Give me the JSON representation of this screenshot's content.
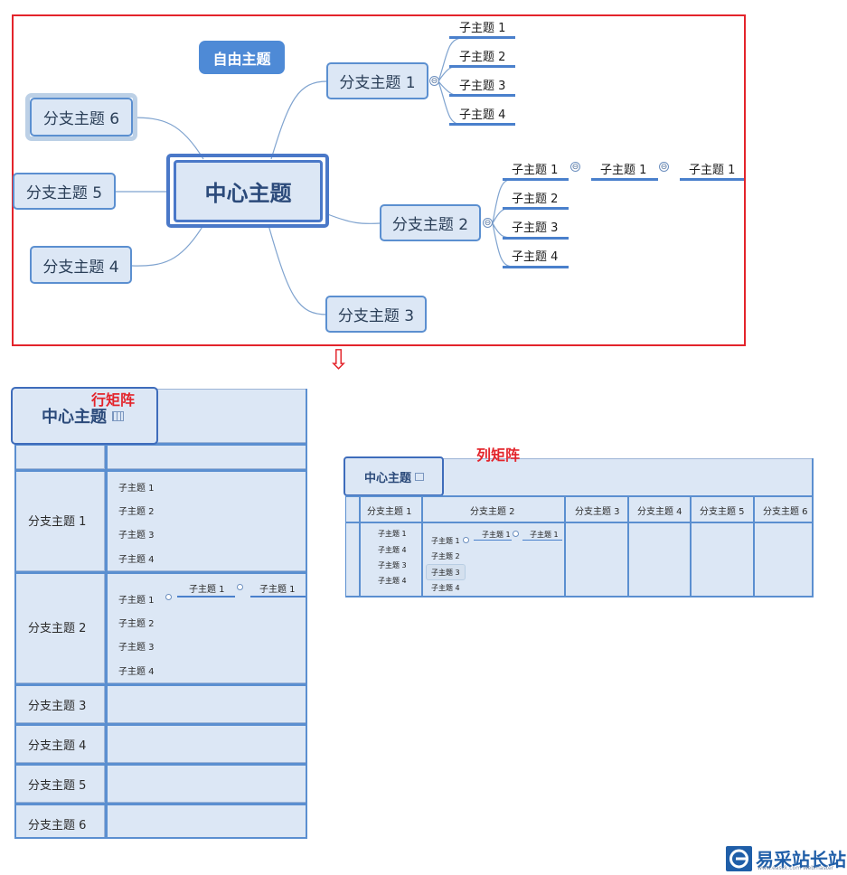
{
  "mindmap": {
    "center": "中心主题",
    "free_topic": "自由主题",
    "branch1": {
      "label": "分支主题 1",
      "subs": [
        "子主题 1",
        "子主题 2",
        "子主题 3",
        "子主题 4"
      ]
    },
    "branch2": {
      "label": "分支主题 2",
      "subs": [
        "子主题 1",
        "子主题 2",
        "子主题 3",
        "子主题 4"
      ],
      "chain": [
        "子主题 1",
        "子主题 1"
      ]
    },
    "branch3": "分支主题 3",
    "branch4": "分支主题 4",
    "branch5": "分支主题 5",
    "branch6": "分支主题 6",
    "collapse_symbol": "⊖"
  },
  "arrow": "⇩",
  "row_matrix": {
    "label": "行矩阵",
    "center": "中心主题",
    "rows": [
      "分支主题 1",
      "分支主题 2",
      "分支主题 3",
      "分支主题 4",
      "分支主题 5",
      "分支主题 6"
    ],
    "row1_subs": [
      "子主题 1",
      "子主题 2",
      "子主题 3",
      "子主题 4"
    ],
    "row2_subs": [
      "子主题 1",
      "子主题 2",
      "子主题 3",
      "子主题 4"
    ],
    "row2_chain": [
      "子主题 1",
      "子主题 1"
    ]
  },
  "col_matrix": {
    "label": "列矩阵",
    "center": "中心主题",
    "cols": [
      "分支主题 1",
      "分支主题 2",
      "分支主题 3",
      "分支主题 4",
      "分支主题 5",
      "分支主题 6"
    ],
    "col1_subs": [
      "子主题 1",
      "子主题 4",
      "子主题 3",
      "子主题 4"
    ],
    "col2_subs": [
      "子主题 1",
      "子主题 2",
      "子主题 3",
      "子主题 4"
    ],
    "col2_chain": [
      "子主题 1",
      "子主题 1"
    ]
  },
  "watermark": {
    "text": "易采站长站",
    "subtext": "www.easck.com Webmaster"
  },
  "colors": {
    "frame": "#e3242b",
    "accent": "#4a80cc",
    "fill": "#dce7f5",
    "free_topic": "#4e8ad6"
  }
}
